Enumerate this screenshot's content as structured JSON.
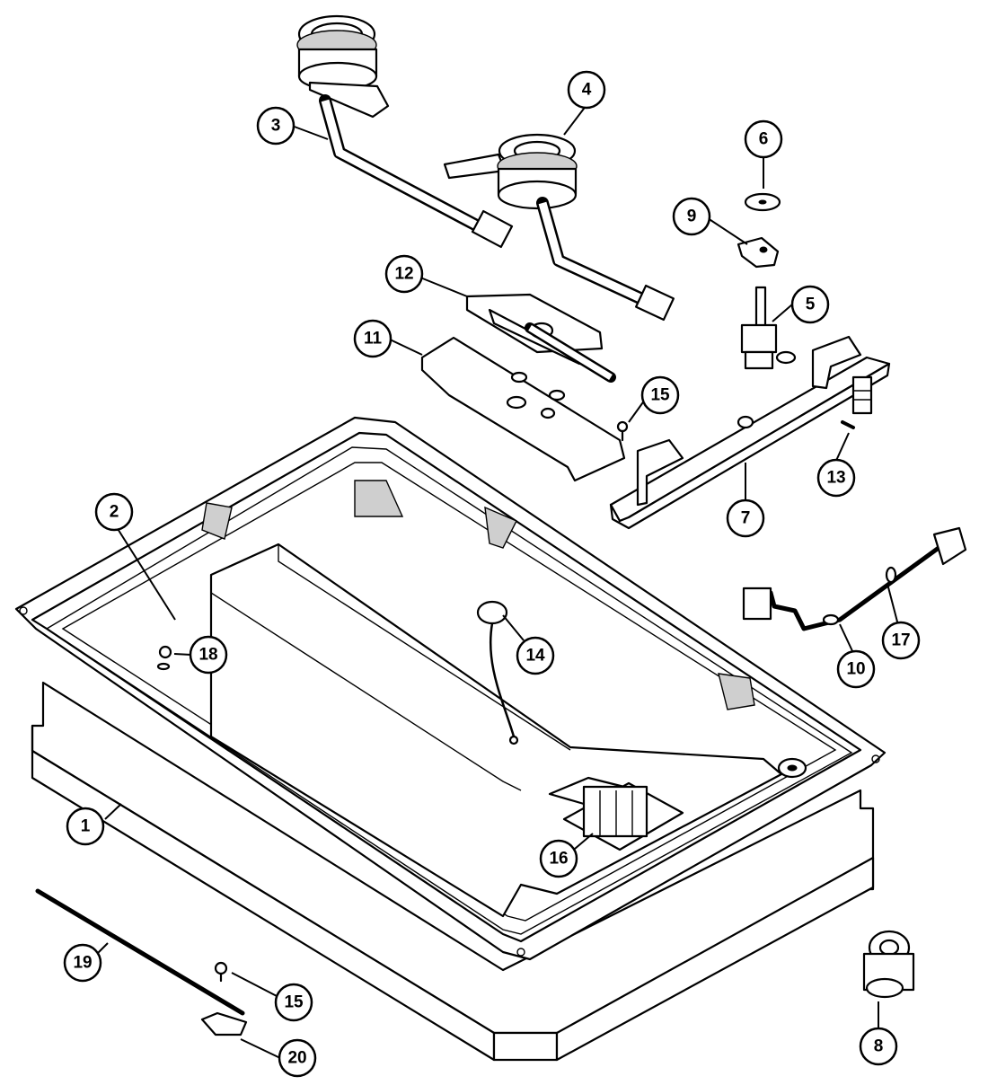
{
  "colors": {
    "line": "#000000",
    "background": "#ffffff"
  },
  "callouts": [
    {
      "id": "p1",
      "label": "1",
      "name": "callout-1"
    },
    {
      "id": "p2",
      "label": "2",
      "name": "callout-2"
    },
    {
      "id": "p3",
      "label": "3",
      "name": "callout-3"
    },
    {
      "id": "p4",
      "label": "4",
      "name": "callout-4"
    },
    {
      "id": "p5",
      "label": "5",
      "name": "callout-5"
    },
    {
      "id": "p6",
      "label": "6",
      "name": "callout-6"
    },
    {
      "id": "p7",
      "label": "7",
      "name": "callout-7"
    },
    {
      "id": "p8",
      "label": "8",
      "name": "callout-8"
    },
    {
      "id": "p9",
      "label": "9",
      "name": "callout-9"
    },
    {
      "id": "p10",
      "label": "10",
      "name": "callout-10"
    },
    {
      "id": "p11",
      "label": "11",
      "name": "callout-11"
    },
    {
      "id": "p12",
      "label": "12",
      "name": "callout-12"
    },
    {
      "id": "p13",
      "label": "13",
      "name": "callout-13"
    },
    {
      "id": "p14",
      "label": "14",
      "name": "callout-14"
    },
    {
      "id": "p15a",
      "label": "15",
      "name": "callout-15-upper"
    },
    {
      "id": "p15b",
      "label": "15",
      "name": "callout-15-lower"
    },
    {
      "id": "p16",
      "label": "16",
      "name": "callout-16"
    },
    {
      "id": "p17",
      "label": "17",
      "name": "callout-17"
    },
    {
      "id": "p18",
      "label": "18",
      "name": "callout-18"
    },
    {
      "id": "p19",
      "label": "19",
      "name": "callout-19"
    },
    {
      "id": "p20",
      "label": "20",
      "name": "callout-20"
    }
  ]
}
